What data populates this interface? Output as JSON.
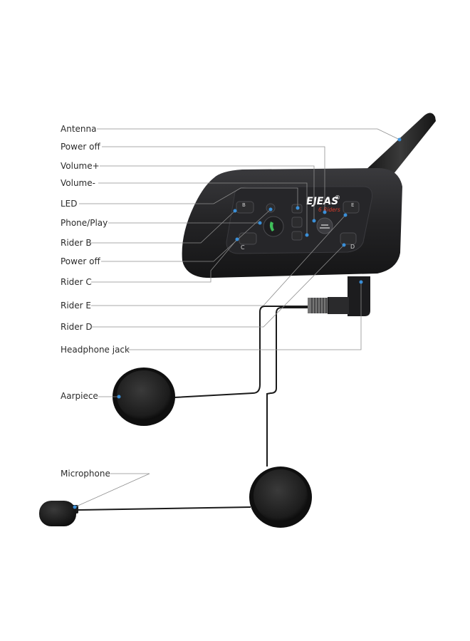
{
  "labels": {
    "antenna": "Antenna",
    "power_off_top": "Power off",
    "volume_plus": "Volume+",
    "volume_minus": "Volume-",
    "led": "LED",
    "phone_play": "Phone/Play",
    "rider_b": "Rider B",
    "power_off": "Power off",
    "rider_c": "Rider C",
    "rider_e": "Rider E",
    "rider_d": "Rider D",
    "headphone_jack": "Headphone jack",
    "aarpiece": "Aarpiece",
    "microphone": "Microphone"
  },
  "device": {
    "brand": "EJEAS",
    "brand_mark": "®",
    "subtitle": "6 Riders",
    "button_letters": [
      "B",
      "C",
      "E",
      "D"
    ]
  },
  "colors": {
    "body": "#1f1f21",
    "panel": "#2a2a2d",
    "leader_line": "#8e8e8e",
    "marker": "#3a8fd8",
    "phone_green": "#3fbf5a",
    "brand_red": "#d23a2a"
  }
}
